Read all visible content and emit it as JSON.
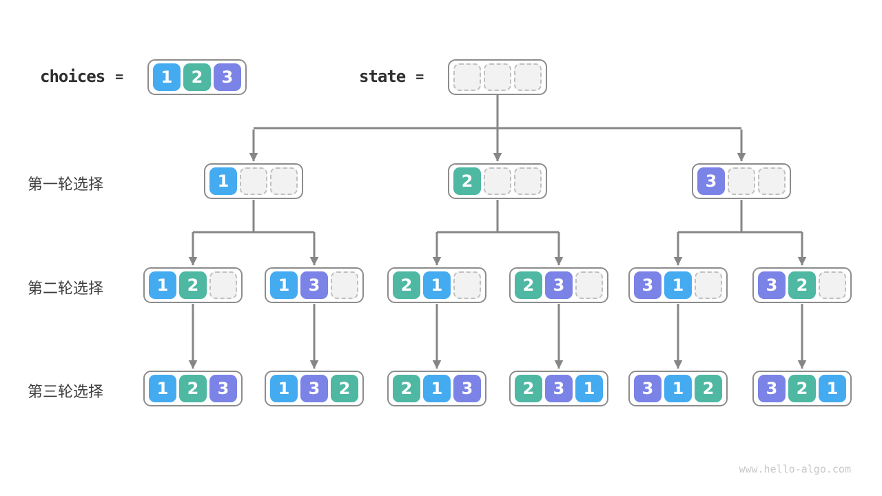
{
  "header": {
    "choices_label": "choices",
    "state_label": "state",
    "equals": "=",
    "choices_cells": [
      1,
      2,
      3
    ],
    "state_cells": [
      null,
      null,
      null
    ]
  },
  "rows": [
    {
      "label": "第一轮选择",
      "boxes": [
        [
          1,
          null,
          null
        ],
        [
          2,
          null,
          null
        ],
        [
          3,
          null,
          null
        ]
      ]
    },
    {
      "label": "第二轮选择",
      "boxes": [
        [
          1,
          2,
          null
        ],
        [
          1,
          3,
          null
        ],
        [
          2,
          1,
          null
        ],
        [
          2,
          3,
          null
        ],
        [
          3,
          1,
          null
        ],
        [
          3,
          2,
          null
        ]
      ]
    },
    {
      "label": "第三轮选择",
      "boxes": [
        [
          1,
          2,
          3
        ],
        [
          1,
          3,
          2
        ],
        [
          2,
          1,
          3
        ],
        [
          2,
          3,
          1
        ],
        [
          3,
          1,
          2
        ],
        [
          3,
          2,
          1
        ]
      ]
    }
  ],
  "colors": {
    "values": {
      "1": "#44abf1",
      "2": "#4eb8a3",
      "3": "#7b83e6"
    },
    "cell_text": "#ffffff",
    "empty_fill": "#f2f2f3",
    "empty_border": "#c0c0c0",
    "box_border": "#8c8c8c",
    "arrow": "#868686",
    "label_text": "#3d3d3d",
    "keyword_text": "#2f2f2f",
    "watermark_text": "#c8c8c8"
  },
  "watermark": "www.hello-algo.com"
}
